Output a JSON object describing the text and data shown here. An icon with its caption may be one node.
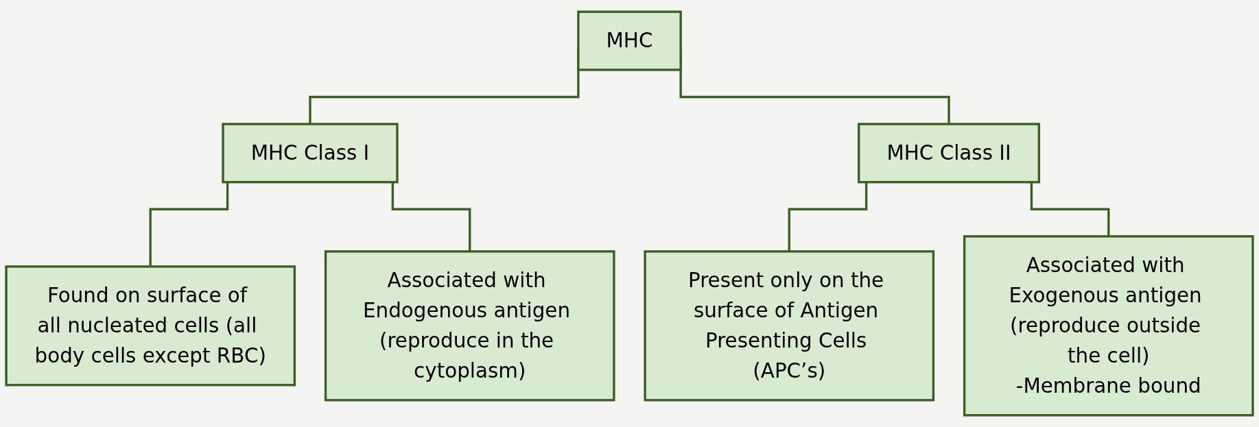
{
  "diagram": {
    "nodes": [
      {
        "text": [
          "MHC"
        ]
      },
      {
        "text": [
          "MHC Class I"
        ]
      },
      {
        "text": [
          "MHC Class II"
        ]
      },
      {
        "text": [
          "Found on surface of all nucleated cells (all body cells except RBC)"
        ]
      },
      {
        "text": [
          "Associated with Endogenous antigen (reproduce in the cytoplasm)"
        ]
      },
      {
        "text": [
          "Present only on the surface of Antigen Presenting Cells (APC’s)"
        ]
      },
      {
        "text": [
          "Associated with Exogenous antigen (reproduce outside the cell)",
          "-Membrane bound"
        ]
      }
    ],
    "edges": [
      {
        "from": 0,
        "to": 1,
        "arrow": "none"
      },
      {
        "from": 0,
        "to": 2,
        "arrow": "none"
      },
      {
        "from": 1,
        "to": 3,
        "arrow": "none"
      },
      {
        "from": 1,
        "to": 4,
        "arrow": "none"
      },
      {
        "from": 2,
        "to": 5,
        "arrow": "none"
      },
      {
        "from": 2,
        "to": 6,
        "arrow": "none"
      }
    ]
  }
}
